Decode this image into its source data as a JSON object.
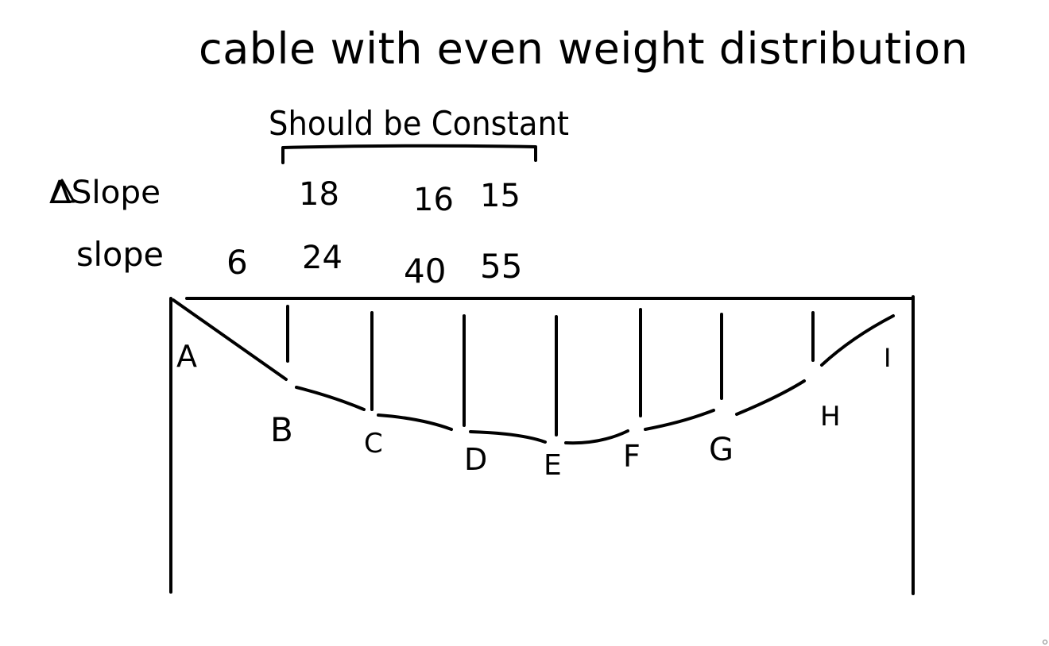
{
  "title": "cable with even weight distribution",
  "annotation": "Should be Constant",
  "rows": {
    "delta_slope": {
      "label": "ΔSlope",
      "values": [
        "18",
        "16",
        "15"
      ]
    },
    "slope": {
      "label": "slope",
      "values": [
        "6",
        "24",
        "40",
        "55"
      ]
    }
  },
  "points": {
    "A": "A",
    "B": "B",
    "C": "C",
    "D": "D",
    "E": "E",
    "F": "F",
    "G": "G",
    "H": "H",
    "I": "I"
  },
  "colors": {
    "ink": "#000000",
    "background": "#ffffff"
  }
}
